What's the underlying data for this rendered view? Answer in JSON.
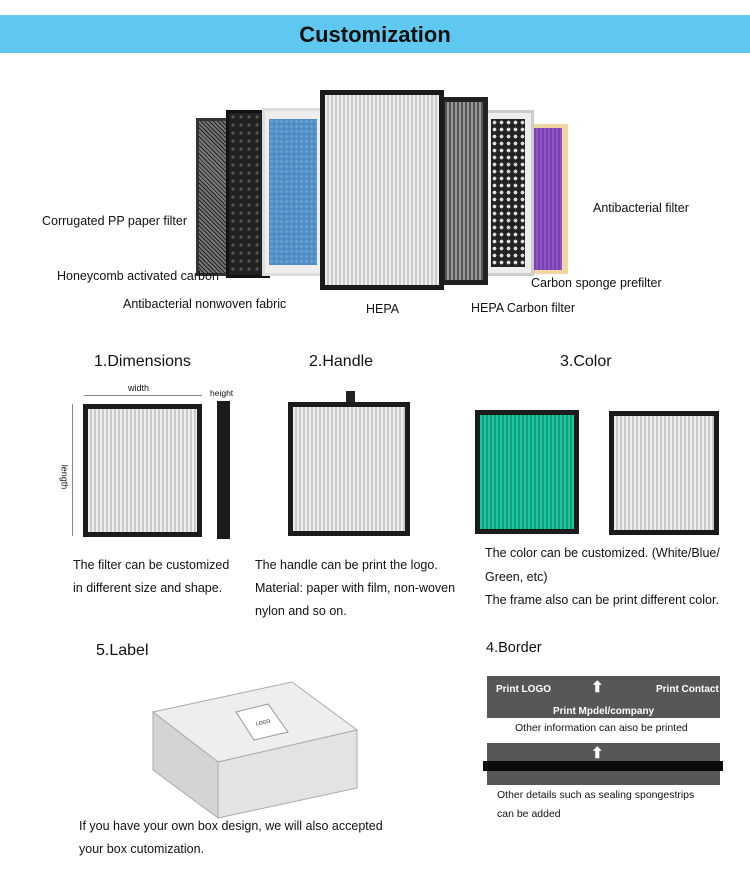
{
  "title": "Customization",
  "filter_labels": {
    "corrugated": "Corrugated PP paper filter",
    "honeycomb": "Honeycomb activated carbon",
    "nonwoven": "Antibacterial nonwoven fabric",
    "hepa": "HEPA",
    "hepa_carbon": "HEPA Carbon filter",
    "sponge": "Carbon sponge prefilter",
    "antibacterial": "Antibacterial filter"
  },
  "sections": {
    "dimensions": {
      "title": "1.Dimensions",
      "width_label": "width",
      "height_label": "height",
      "length_label": "length",
      "line1": "The filter can be customized",
      "line2": "in different size and shape."
    },
    "handle": {
      "title": "2.Handle",
      "line1": "The handle can be print the logo.",
      "line2": "Material: paper with film, non-woven",
      "line3": "nylon and so on."
    },
    "color": {
      "title": "3.Color",
      "line1": "The color can be customized. (White/Blue/",
      "line2": "Green, etc)",
      "line3": "The frame also can be print different color."
    },
    "border": {
      "title": "4.Border",
      "print_logo": "Print LOGO",
      "print_contact": "Print Contact",
      "print_model": "Print Mpdel/company",
      "other_info": "Other information can aiso be printed",
      "other_details1": "Other details such as sealing spongestrips",
      "other_details2": "can be added"
    },
    "label": {
      "title": "5.Label",
      "logo_text": "LOGO",
      "line1": "If you have your own box design, we will also accepted",
      "line2": "your box cutomization."
    }
  },
  "colors": {
    "banner": "#5ec8f0",
    "green_filter": "#1fc9a0",
    "frame": "#1b1b1b",
    "border_bar": "#575757"
  }
}
